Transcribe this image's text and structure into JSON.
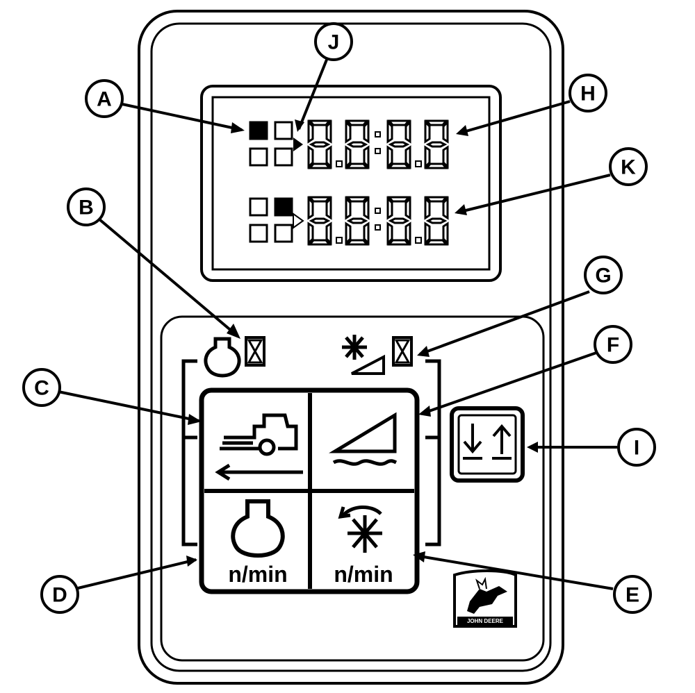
{
  "callouts": {
    "A": "A",
    "B": "B",
    "C": "C",
    "D": "D",
    "E": "E",
    "F": "F",
    "G": "G",
    "H": "H",
    "I": "I",
    "J": "J",
    "K": "K"
  },
  "display": {
    "row1_indicator": "top-left",
    "row2_indicator": "top-right",
    "row1_digits": "8.8:8.8",
    "row2_digits": "8.8:8.8"
  },
  "buttons": {
    "engine_speed_unit": "n/min",
    "thresher_speed_unit": "n/min"
  },
  "icons": {
    "header_hours_icon": "header-hours-icon",
    "engine_hours_icon": "engine-hours-icon",
    "thresher_hours_icon": "thresher-hours-icon",
    "ground_speed_icon": "ground-speed-icon",
    "header_height_icon": "header-height-icon",
    "engine_icon": "engine-icon",
    "rotor_icon": "rotor-icon",
    "toggle_icon": "scroll-toggle-icon",
    "logo": "leaping-deer-logo"
  },
  "logo": {
    "wordmark": "JOHN DEERE"
  },
  "colors": {
    "ink": "#000000",
    "paper": "#ffffff"
  }
}
